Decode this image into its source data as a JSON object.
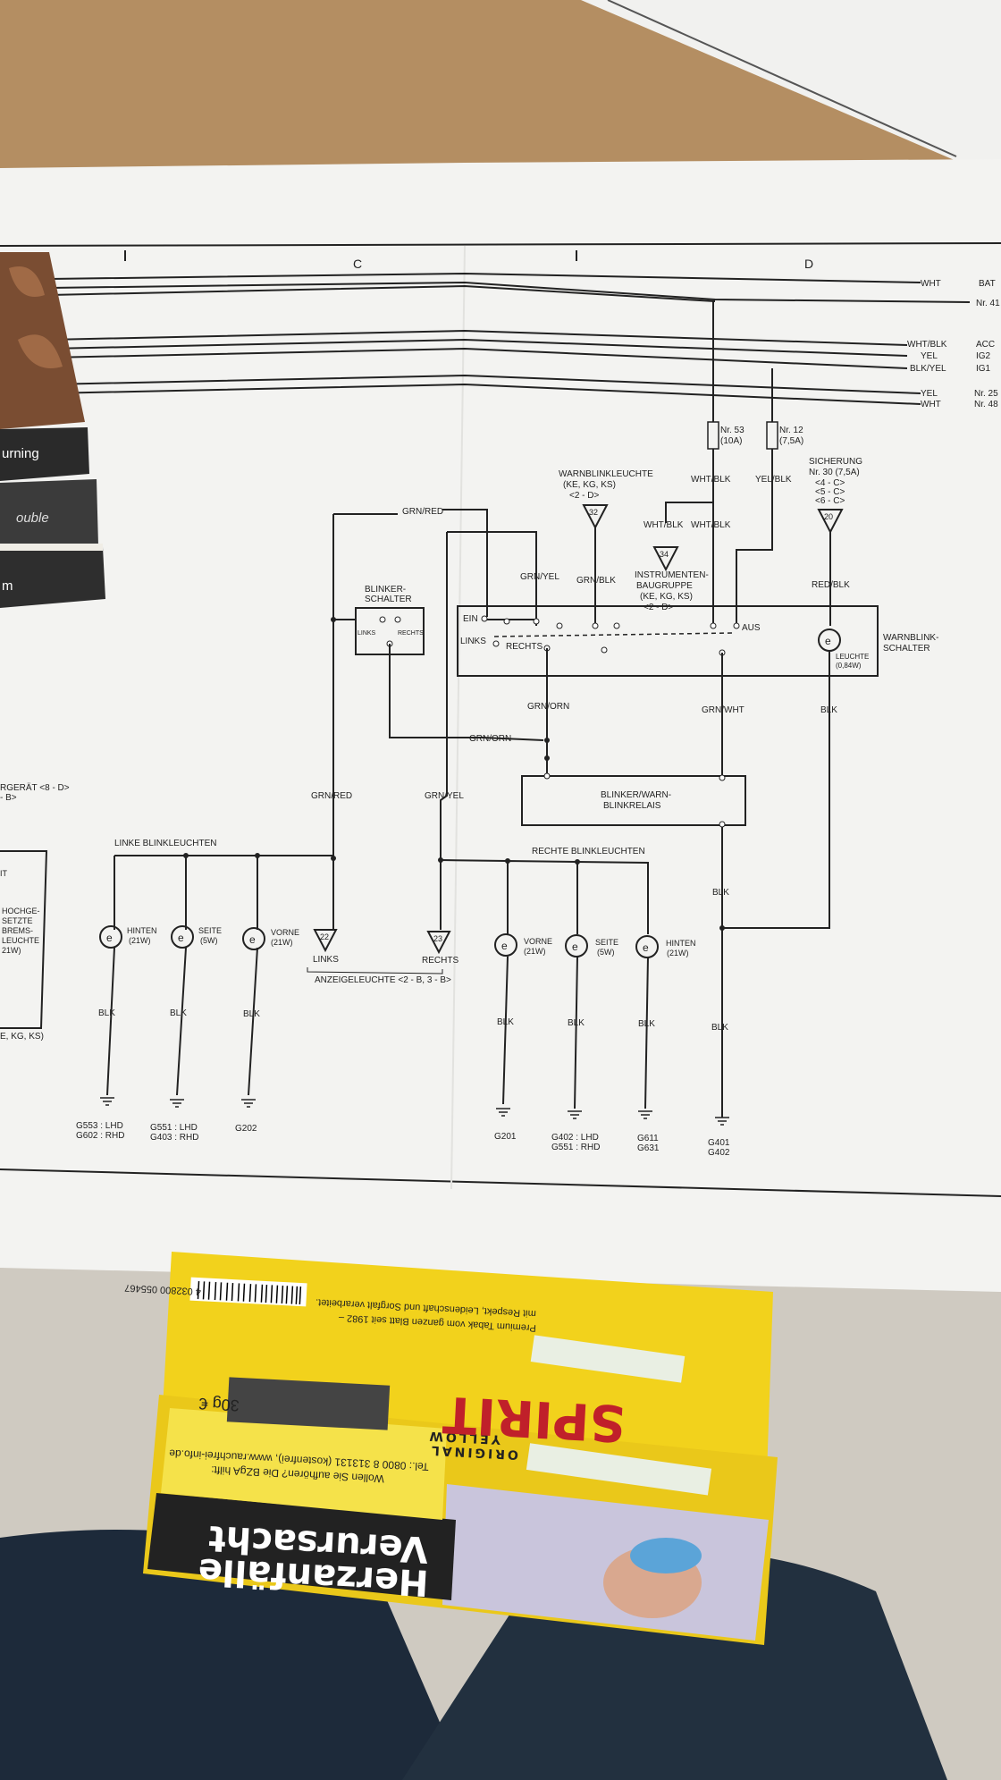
{
  "columns": [
    "C",
    "D"
  ],
  "supply_lines": [
    {
      "color": "WHT",
      "dest": "BAT"
    },
    {
      "color": "",
      "dest": "Nr. 41"
    },
    {
      "color": "WHT/BLK",
      "dest": "ACC"
    },
    {
      "color": "YEL",
      "dest": "IG2"
    },
    {
      "color": "BLK/YEL",
      "dest": "IG1"
    },
    {
      "color": "YEL",
      "dest": "Nr. 25"
    },
    {
      "color": "WHT",
      "dest": "Nr. 48"
    }
  ],
  "fuses": [
    {
      "label": "Nr. 53",
      "rating": "(10A)"
    },
    {
      "label": "Nr. 12",
      "rating": "(7,5A)"
    }
  ],
  "sicherung": {
    "title": "SICHERUNG",
    "nr": "Nr. 30 (7,5A)",
    "refs": [
      "<4 - C>",
      "<5 - C>",
      "<6 - C>"
    ],
    "connector": "20"
  },
  "warnblinkleuchte": {
    "title": "WARNBLINKLEUCHTE",
    "variant": "(KE, KG, KS)",
    "ref": "<2 - D>",
    "connector": "32"
  },
  "instrumentenbaugruppe": {
    "line1": "INSTRUMENTEN-",
    "line2": "BAUGRUPPE",
    "variant": "(KE, KG, KS)",
    "ref": "<2 - D>",
    "connector": "34"
  },
  "wire_labels": {
    "grn_red": "GRN/RED",
    "grn_yel": "GRN/YEL",
    "grn_blk": "GRN/BLK",
    "wht_blk": "WHT/BLK",
    "yel_blk": "YEL/BLK",
    "red_blk": "RED/BLK",
    "grn_orn": "GRN/ORN",
    "grn_wht": "GRN/WHT",
    "blk": "BLK"
  },
  "blinkerschalter": {
    "line1": "BLINKER-",
    "line2": "SCHALTER",
    "links": "LINKS",
    "rechts": "RECHTS"
  },
  "warnblinkschalter": {
    "line1": "WARNBLINK-",
    "line2": "SCHALTER",
    "ein": "EIN",
    "aus": "AUS",
    "links": "LINKS",
    "rechts": "RECHTS",
    "leuchte": "LEUCHTE",
    "leuchte_w": "(0,84W)"
  },
  "relais": {
    "line1": "BLINKER/WARN-",
    "line2": "BLINKRELAIS"
  },
  "linke": {
    "title": "LINKE BLINKLEUCHTEN",
    "lamps": [
      {
        "name": "HINTEN",
        "watt": "(21W)"
      },
      {
        "name": "SEITE",
        "watt": "(5W)"
      },
      {
        "name": "VORNE",
        "watt": "(21W)"
      }
    ],
    "indicator": {
      "connector": "22",
      "label": "LINKS"
    }
  },
  "rechte": {
    "title": "RECHTE BLINKLEUCHTEN",
    "lamps": [
      {
        "name": "VORNE",
        "watt": "(21W)"
      },
      {
        "name": "SEITE",
        "watt": "(5W)"
      },
      {
        "name": "HINTEN",
        "watt": "(21W)"
      }
    ],
    "indicator": {
      "connector": "23",
      "label": "RECHTS"
    }
  },
  "anzeigeleuchte": "ANZEIGELEUCHTE <2 - B, 3 - B>",
  "grounds": [
    {
      "l1": "G553 : LHD",
      "l2": "G602 : RHD"
    },
    {
      "l1": "G551 : LHD",
      "l2": "G403 : RHD"
    },
    {
      "l1": "G202",
      "l2": ""
    },
    {
      "l1": "G201",
      "l2": ""
    },
    {
      "l1": "G402 : LHD",
      "l2": "G551 : RHD"
    },
    {
      "l1": "G611",
      "l2": "G631"
    },
    {
      "l1": "G401",
      "l2": "G402"
    }
  ],
  "left_edge": {
    "l1": "RGERÄT <8 - D>",
    "l2": "- B>",
    "b1": "HOCHGE-",
    "b2": "SETZTE",
    "b3": "BREMS-",
    "b4": "LEUCHTE",
    "b5": "21W)",
    "it": "IT",
    "bottom": "E, KG, KS)"
  },
  "booklet": {
    "t1": "urning",
    "t2": "ouble",
    "t3": "m"
  },
  "pouch": {
    "warning1": "Verursacht",
    "warning2": "Herzanfälle",
    "help1": "Wollen Sie aufhören? Die BZgA hilft:",
    "help2": "Tel.: 0800 8 313131 (kostenfrei), www.rauchfrei-info.de",
    "brand1": "ORIGINAL",
    "brand2": "YELLOW",
    "price": "30g €",
    "slogan1": "Premium Tabak vom ganzen Blatt seit 1982 –",
    "slogan2": "mit Respekt, Leidenschaft und Sorgfalt verarbeitet.",
    "barcode": "4 032800 055467"
  }
}
